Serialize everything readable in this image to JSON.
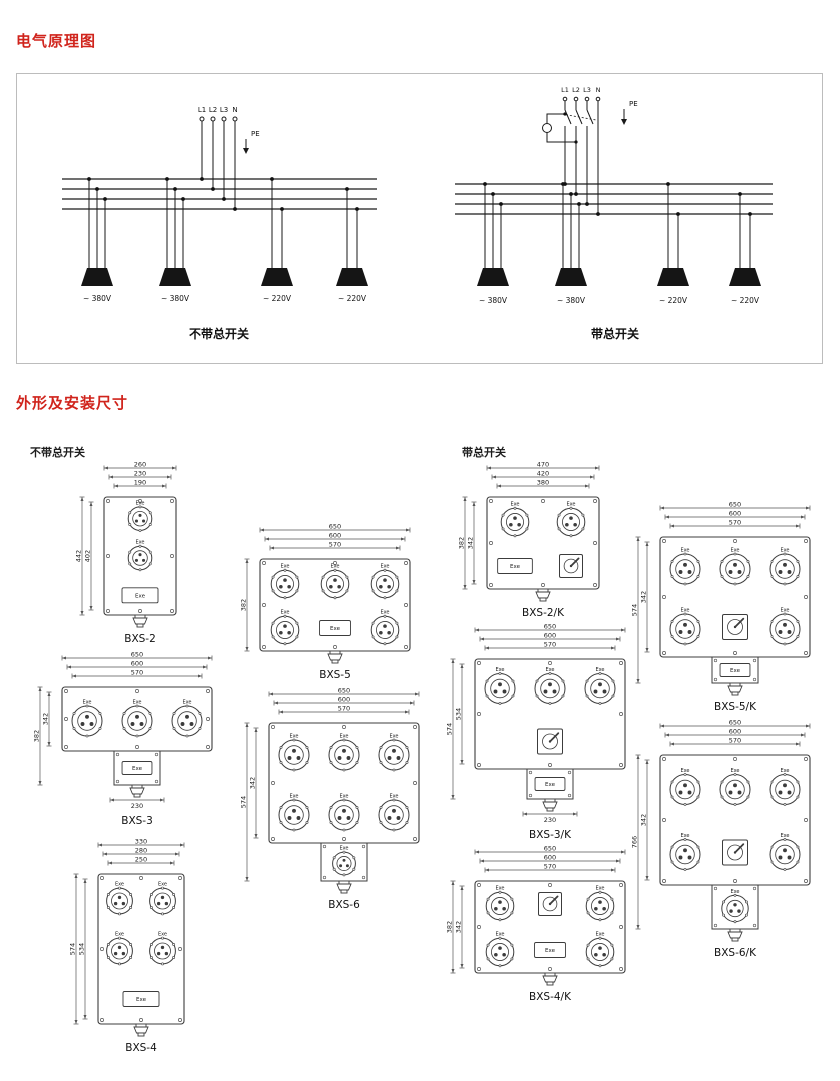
{
  "colors": {
    "heading_red": "#d0241c",
    "line": "#1a1a1a"
  },
  "sections": {
    "schematic_title": "电气原理图",
    "dimensions_title": "外形及安装尺寸"
  },
  "labels": {
    "exe": "Exe"
  },
  "schematic": {
    "left": {
      "terminals": [
        "L1",
        "L2",
        "L3",
        "N"
      ],
      "pe": "PE",
      "outputs": [
        "~ 380V",
        "~ 380V",
        "~ 220V",
        "~ 220V"
      ],
      "caption": "不带总开关"
    },
    "right": {
      "terminals": [
        "L1",
        "L2",
        "L3",
        "N"
      ],
      "pe": "PE",
      "outputs": [
        "~ 380V",
        "~ 380V",
        "~ 220V",
        "~ 220V"
      ],
      "caption": "带总开关"
    }
  },
  "dimension_section": {
    "group_left": "不带总开关",
    "group_right": "带总开关",
    "drawings": [
      {
        "id": "bxs-2",
        "label": "BXS-2",
        "top_dims": [
          "260",
          "230",
          "190"
        ],
        "left_dims": [
          "442",
          "402"
        ],
        "bottom_dim": null
      },
      {
        "id": "bxs-5",
        "label": "BXS-5",
        "top_dims": [
          "650",
          "600",
          "570"
        ],
        "left_dims": [
          "382"
        ],
        "bottom_dim": null
      },
      {
        "id": "bxs-3",
        "label": "BXS-3",
        "top_dims": [
          "650",
          "600",
          "570"
        ],
        "left_dims": [
          "382",
          "342"
        ],
        "bottom_dim": "230"
      },
      {
        "id": "bxs-6",
        "label": "BXS-6",
        "top_dims": [
          "650",
          "600",
          "570"
        ],
        "left_dims": [
          "574",
          "342"
        ],
        "bottom_dim": null
      },
      {
        "id": "bxs-4",
        "label": "BXS-4",
        "top_dims": [
          "330",
          "280",
          "250"
        ],
        "left_dims": [
          "574",
          "534"
        ],
        "bottom_dim": null
      },
      {
        "id": "bxs-2k",
        "label": "BXS-2/K",
        "top_dims": [
          "470",
          "420",
          "380"
        ],
        "left_dims": [
          "382",
          "342"
        ],
        "bottom_dim": null
      },
      {
        "id": "bxs-3k",
        "label": "BXS-3/K",
        "top_dims": [
          "650",
          "600",
          "570"
        ],
        "left_dims": [
          "574",
          "534"
        ],
        "bottom_dim": "230"
      },
      {
        "id": "bxs-4k",
        "label": "BXS-4/K",
        "top_dims": [
          "650",
          "600",
          "570"
        ],
        "left_dims": [
          "382",
          "342"
        ],
        "bottom_dim": null
      },
      {
        "id": "bxs-5k",
        "label": "BXS-5/K",
        "top_dims": [
          "650",
          "600",
          "570"
        ],
        "left_dims": [
          "574",
          "342"
        ],
        "bottom_dim": null
      },
      {
        "id": "bxs-6k",
        "label": "BXS-6/K",
        "top_dims": [
          "650",
          "600",
          "570"
        ],
        "left_dims": [
          "766",
          "342"
        ],
        "bottom_dim": null
      }
    ]
  }
}
